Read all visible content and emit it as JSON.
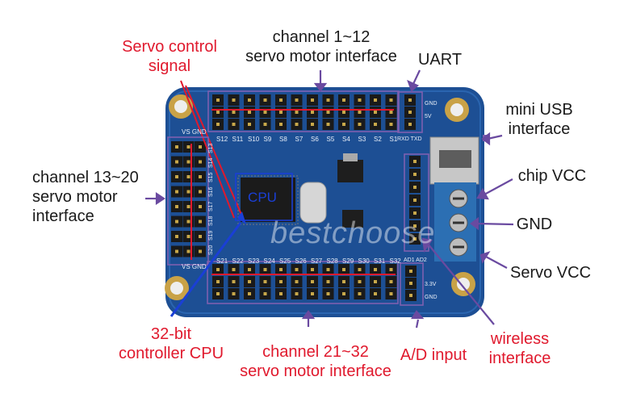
{
  "colors": {
    "board": "#1d4f94",
    "label_red": "#e0192d",
    "label_black": "#1a1a1a",
    "arrow": "#6a4aa0",
    "accent_blue": "#1a3fd6"
  },
  "labels": {
    "servo_control_signal": [
      "Servo control",
      "signal"
    ],
    "ch1_12": [
      "channel 1~12",
      "servo motor interface"
    ],
    "uart": "UART",
    "mini_usb": [
      "mini USB",
      "interface"
    ],
    "chip_vcc": "chip VCC",
    "gnd": "GND",
    "servo_vcc": "Servo VCC",
    "ch13_20": [
      "channel 13~20",
      "servo motor",
      "interface"
    ],
    "cpu_32bit": [
      "32-bit",
      "controller CPU"
    ],
    "ch21_32": [
      "channel 21~32",
      "servo motor interface"
    ],
    "ad_input": "A/D input",
    "wireless": [
      "wireless",
      "interface"
    ]
  },
  "chip_label": "CPU",
  "watermark": "bestchoose",
  "silkscreen": {
    "top_channels": [
      "S12",
      "S11",
      "S10",
      "S9",
      "S8",
      "S7",
      "S6",
      "S5",
      "S4",
      "S3",
      "S2",
      "S1"
    ],
    "bottom_channels": [
      "S21",
      "S22",
      "S23",
      "S24",
      "S25",
      "S26",
      "S27",
      "S28",
      "S29",
      "S30",
      "S31",
      "S32"
    ],
    "left_channels": [
      "S13",
      "S14",
      "S15",
      "S16",
      "S17",
      "S18",
      "S19",
      "S20"
    ],
    "uart_pins": [
      "GND",
      "5V"
    ],
    "rxd_txd": "RXD TXD",
    "ad_pins": [
      "3.3V",
      "GND"
    ],
    "ad_header": "AD1 AD2",
    "vs_left": "VS GND",
    "vs_bottom": "VS GND"
  }
}
